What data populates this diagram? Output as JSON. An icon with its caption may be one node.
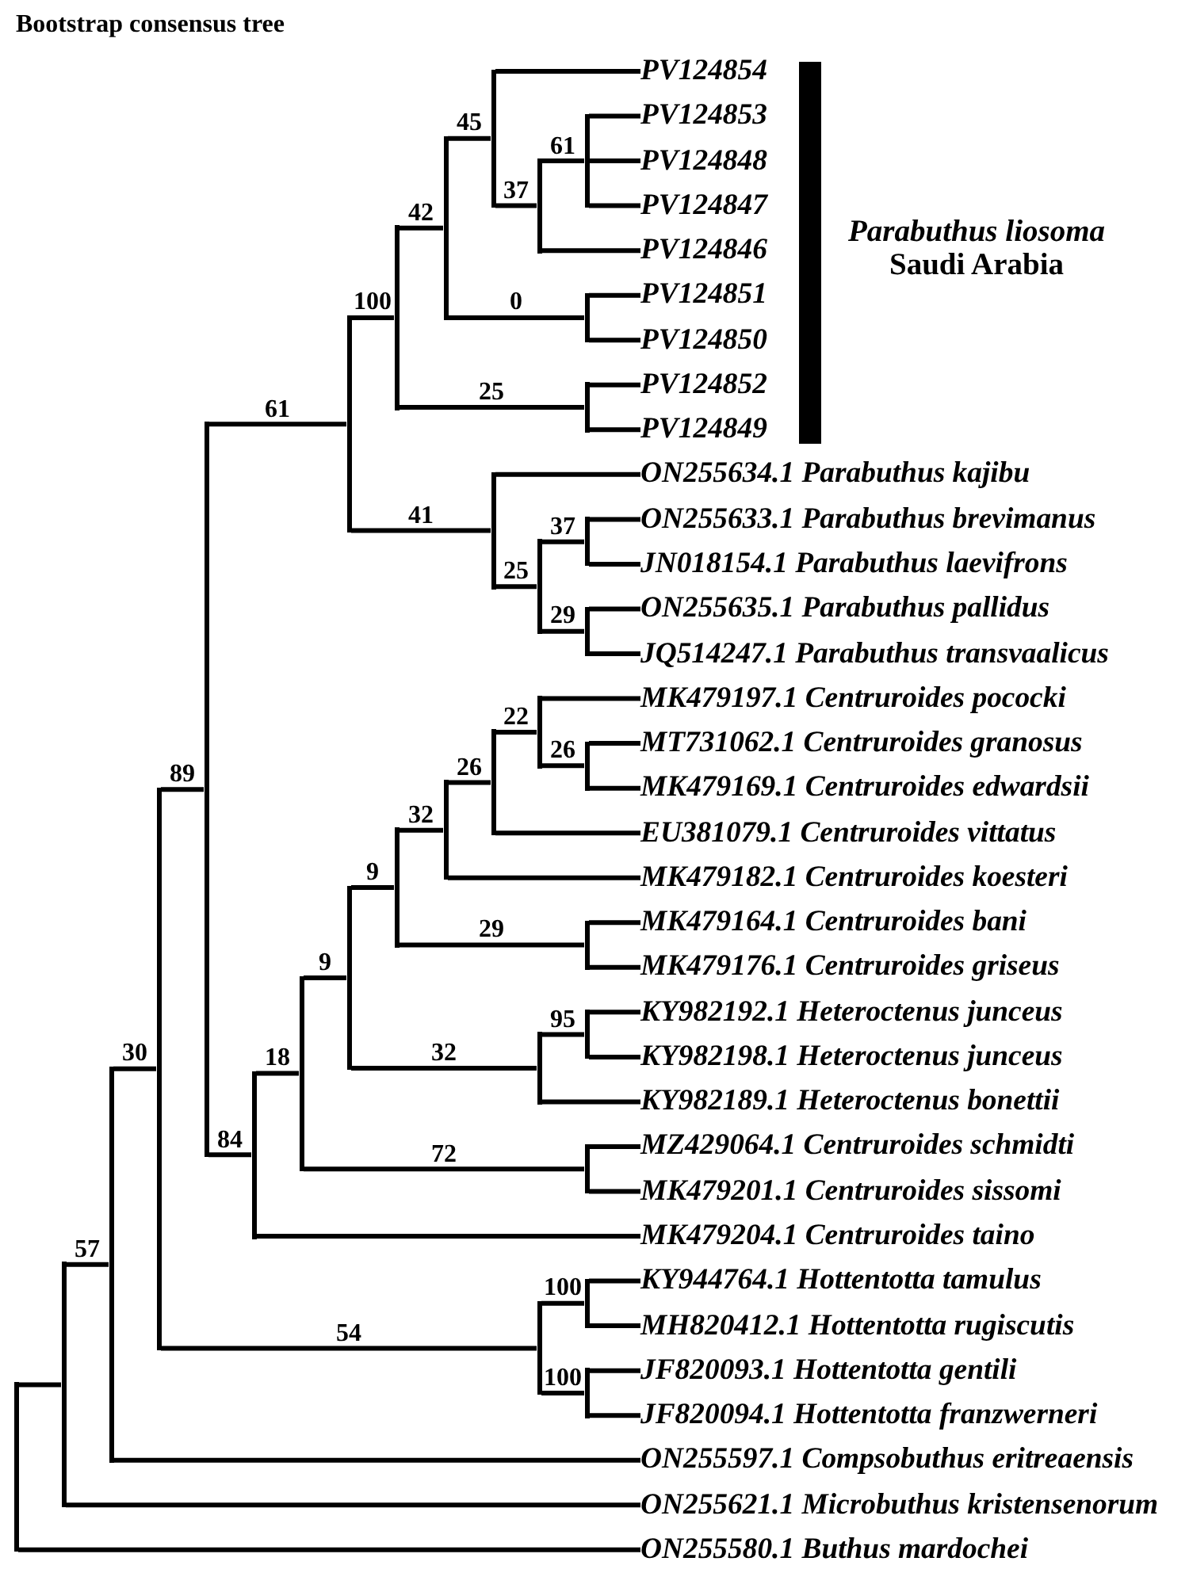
{
  "diagram": {
    "title": "Bootstrap consensus tree",
    "nodes": [
      {
        "text": [
          "PV124854"
        ]
      },
      {
        "text": [
          "PV124853"
        ]
      },
      {
        "text": [
          "PV124848"
        ]
      },
      {
        "text": [
          "PV124847"
        ]
      },
      {
        "text": [
          "PV124846"
        ]
      },
      {
        "text": [
          "PV124851"
        ]
      },
      {
        "text": [
          "PV124850"
        ]
      },
      {
        "text": [
          "PV124852"
        ]
      },
      {
        "text": [
          "PV124849"
        ]
      },
      {
        "text": [
          "ON255634.1 Parabuthus kajibu"
        ]
      },
      {
        "text": [
          "ON255633.1 Parabuthus brevimanus"
        ]
      },
      {
        "text": [
          "JN018154.1 Parabuthus laevifrons"
        ]
      },
      {
        "text": [
          "ON255635.1 Parabuthus pallidus"
        ]
      },
      {
        "text": [
          "JQ514247.1 Parabuthus transvaalicus"
        ]
      },
      {
        "text": [
          "MK479197.1 Centruroides pococki"
        ]
      },
      {
        "text": [
          "MT731062.1 Centruroides granosus"
        ]
      },
      {
        "text": [
          "MK479169.1 Centruroides edwardsii"
        ]
      },
      {
        "text": [
          "EU381079.1 Centruroides vittatus"
        ]
      },
      {
        "text": [
          "MK479182.1 Centruroides koesteri"
        ]
      },
      {
        "text": [
          "MK479164.1 Centruroides bani"
        ]
      },
      {
        "text": [
          "MK479176.1 Centruroides griseus"
        ]
      },
      {
        "text": [
          "KY982192.1 Heteroctenus junceus"
        ]
      },
      {
        "text": [
          "KY982198.1 Heteroctenus junceus"
        ]
      },
      {
        "text": [
          "KY982189.1 Heteroctenus bonettii"
        ]
      },
      {
        "text": [
          "MZ429064.1 Centruroides schmidti"
        ]
      },
      {
        "text": [
          "MK479201.1 Centruroides sissomi"
        ]
      },
      {
        "text": [
          "MK479204.1 Centruroides taino"
        ]
      },
      {
        "text": [
          "KY944764.1 Hottentotta tamulus"
        ]
      },
      {
        "text": [
          "MH820412.1 Hottentotta rugiscutis"
        ]
      },
      {
        "text": [
          "JF820093.1 Hottentotta gentili"
        ]
      },
      {
        "text": [
          "JF820094.1 Hottentotta franzwerneri"
        ]
      },
      {
        "text": [
          "ON255597.1 Compsobuthus eritreaensis"
        ]
      },
      {
        "text": [
          "ON255621.1 Microbuthus kristensenorum"
        ]
      },
      {
        "text": [
          "ON255580.1 Buthus mardochei"
        ]
      },
      {
        "text": [],
        "shape": "bar"
      },
      {
        "text": [],
        "shape": "bar"
      },
      {
        "text": [],
        "shape": "bar"
      },
      {
        "text": [],
        "shape": "bar"
      },
      {
        "text": [],
        "shape": "bar"
      },
      {
        "text": [],
        "shape": "bar"
      },
      {
        "text": [],
        "shape": "bar"
      },
      {
        "text": [],
        "shape": "bar"
      },
      {
        "text": [],
        "shape": "bar"
      },
      {
        "text": [],
        "shape": "bar"
      },
      {
        "text": [],
        "shape": "bar"
      },
      {
        "text": [],
        "shape": "bar"
      },
      {
        "text": [],
        "shape": "bar"
      },
      {
        "text": [],
        "shape": "bar"
      },
      {
        "text": [],
        "shape": "bar"
      },
      {
        "text": [],
        "shape": "bar"
      },
      {
        "text": [],
        "shape": "bar"
      },
      {
        "text": [],
        "shape": "bar"
      },
      {
        "text": [],
        "shape": "bar"
      },
      {
        "text": [],
        "shape": "bar"
      },
      {
        "text": [],
        "shape": "bar"
      },
      {
        "text": [],
        "shape": "bar"
      },
      {
        "text": [],
        "shape": "bar"
      },
      {
        "text": [],
        "shape": "bar"
      },
      {
        "text": [],
        "shape": "bar"
      },
      {
        "text": [],
        "shape": "bar"
      },
      {
        "text": [],
        "shape": "bar"
      },
      {
        "text": [],
        "shape": "bar"
      },
      {
        "text": [],
        "shape": "bar"
      },
      {
        "text": [],
        "shape": "bar"
      },
      {
        "text": [],
        "shape": "bar"
      },
      {
        "text": [],
        "shape": "bar"
      },
      {
        "text": [],
        "shape": "bar",
        "beside": [
          "*Parabuthus liosoma* Saudi Arabia"
        ]
      }
    ],
    "edges": [
      {
        "from": 34,
        "to": 35,
        "arrow": "none"
      },
      {
        "from": 34,
        "to": 33,
        "arrow": "none"
      },
      {
        "from": 35,
        "to": 36,
        "arrow": "none",
        "label": "57"
      },
      {
        "from": 35,
        "to": 32,
        "arrow": "none"
      },
      {
        "from": 36,
        "to": 37,
        "arrow": "none",
        "label": "30"
      },
      {
        "from": 36,
        "to": 31,
        "arrow": "none"
      },
      {
        "from": 37,
        "to": 38,
        "arrow": "none",
        "label": "89"
      },
      {
        "from": 37,
        "to": 54,
        "arrow": "none",
        "label": "54"
      },
      {
        "from": 38,
        "to": 41,
        "arrow": "none",
        "label": "61"
      },
      {
        "from": 38,
        "to": 39,
        "arrow": "none",
        "label": "84"
      },
      {
        "from": 41,
        "to": 43,
        "arrow": "none",
        "label": "100"
      },
      {
        "from": 41,
        "to": 48,
        "arrow": "none",
        "label": "41"
      },
      {
        "from": 43,
        "to": 45,
        "arrow": "none",
        "label": "42"
      },
      {
        "from": 43,
        "to": 57,
        "arrow": "none",
        "label": "25"
      },
      {
        "from": 45,
        "to": 47,
        "arrow": "none",
        "label": "45"
      },
      {
        "from": 45,
        "to": 56,
        "arrow": "none",
        "label": "0"
      },
      {
        "from": 47,
        "to": 0,
        "arrow": "none"
      },
      {
        "from": 47,
        "to": 50,
        "arrow": "none",
        "label": "37"
      },
      {
        "from": 50,
        "to": 55,
        "arrow": "none",
        "label": "61"
      },
      {
        "from": 50,
        "to": 4,
        "arrow": "none"
      },
      {
        "from": 55,
        "to": 1,
        "arrow": "none"
      },
      {
        "from": 55,
        "to": 2,
        "arrow": "none"
      },
      {
        "from": 55,
        "to": 3,
        "arrow": "none"
      },
      {
        "from": 56,
        "to": 5,
        "arrow": "none"
      },
      {
        "from": 56,
        "to": 6,
        "arrow": "none"
      },
      {
        "from": 57,
        "to": 7,
        "arrow": "none"
      },
      {
        "from": 57,
        "to": 8,
        "arrow": "none"
      },
      {
        "from": 48,
        "to": 9,
        "arrow": "none"
      },
      {
        "from": 48,
        "to": 51,
        "arrow": "none",
        "label": "25"
      },
      {
        "from": 51,
        "to": 58,
        "arrow": "none",
        "label": "37"
      },
      {
        "from": 51,
        "to": 59,
        "arrow": "none",
        "label": "29"
      },
      {
        "from": 58,
        "to": 10,
        "arrow": "none"
      },
      {
        "from": 58,
        "to": 11,
        "arrow": "none"
      },
      {
        "from": 59,
        "to": 12,
        "arrow": "none"
      },
      {
        "from": 59,
        "to": 13,
        "arrow": "none"
      },
      {
        "from": 39,
        "to": 40,
        "arrow": "none",
        "label": "18"
      },
      {
        "from": 39,
        "to": 26,
        "arrow": "none"
      },
      {
        "from": 40,
        "to": 42,
        "arrow": "none",
        "label": "9"
      },
      {
        "from": 40,
        "to": 63,
        "arrow": "none",
        "label": "72"
      },
      {
        "from": 42,
        "to": 44,
        "arrow": "none",
        "label": "9"
      },
      {
        "from": 42,
        "to": 53,
        "arrow": "none",
        "label": "32"
      },
      {
        "from": 44,
        "to": 46,
        "arrow": "none",
        "label": "32"
      },
      {
        "from": 44,
        "to": 61,
        "arrow": "none",
        "label": "29"
      },
      {
        "from": 46,
        "to": 49,
        "arrow": "none",
        "label": "26"
      },
      {
        "from": 46,
        "to": 18,
        "arrow": "none"
      },
      {
        "from": 49,
        "to": 52,
        "arrow": "none",
        "label": "22"
      },
      {
        "from": 49,
        "to": 17,
        "arrow": "none"
      },
      {
        "from": 52,
        "to": 14,
        "arrow": "none"
      },
      {
        "from": 52,
        "to": 60,
        "arrow": "none",
        "label": "26"
      },
      {
        "from": 60,
        "to": 15,
        "arrow": "none"
      },
      {
        "from": 60,
        "to": 16,
        "arrow": "none"
      },
      {
        "from": 61,
        "to": 19,
        "arrow": "none"
      },
      {
        "from": 61,
        "to": 20,
        "arrow": "none"
      },
      {
        "from": 53,
        "to": 62,
        "arrow": "none",
        "label": "95"
      },
      {
        "from": 53,
        "to": 23,
        "arrow": "none"
      },
      {
        "from": 62,
        "to": 21,
        "arrow": "none"
      },
      {
        "from": 62,
        "to": 22,
        "arrow": "none"
      },
      {
        "from": 63,
        "to": 24,
        "arrow": "none"
      },
      {
        "from": 63,
        "to": 25,
        "arrow": "none"
      },
      {
        "from": 54,
        "to": 64,
        "arrow": "none",
        "label": "100"
      },
      {
        "from": 54,
        "to": 65,
        "arrow": "none",
        "label": "100"
      },
      {
        "from": 64,
        "to": 27,
        "arrow": "none"
      },
      {
        "from": 64,
        "to": 28,
        "arrow": "none"
      },
      {
        "from": 65,
        "to": 29,
        "arrow": "none"
      },
      {
        "from": 65,
        "to": 30,
        "arrow": "none"
      }
    ]
  }
}
